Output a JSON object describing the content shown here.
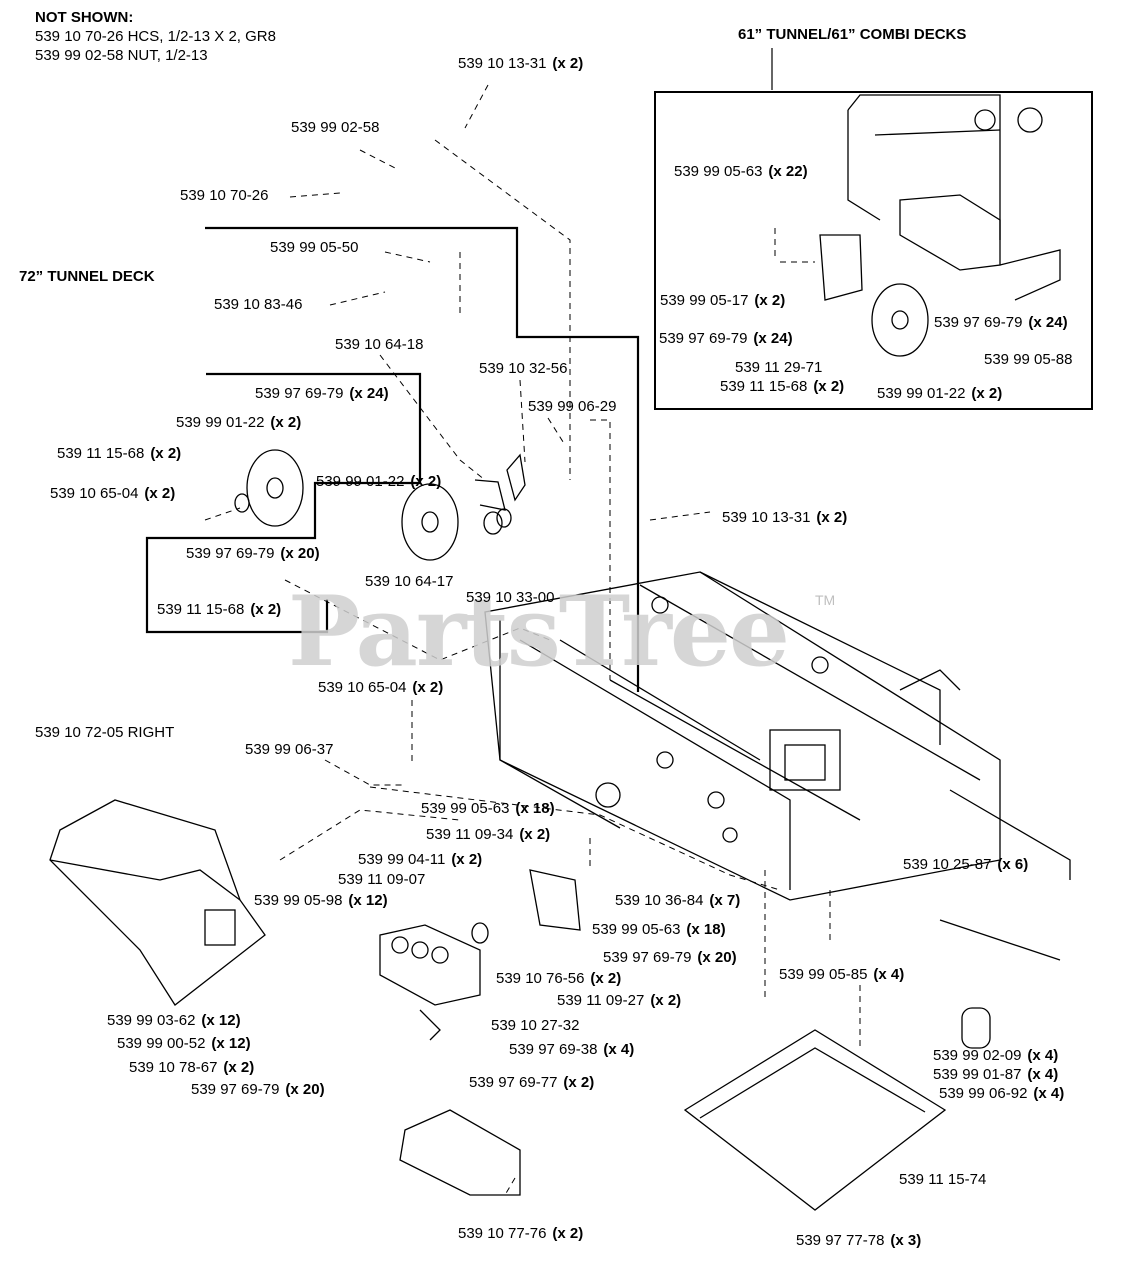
{
  "not_shown": {
    "heading": "NOT SHOWN:",
    "lines": [
      "539 10 70-26  HCS, 1/2-13 X 2, GR8",
      "539 99 02-58  NUT, 1/2-13"
    ]
  },
  "titles": {
    "combi": "61” TUNNEL/61” COMBI DECKS",
    "tunnel72": "72” TUNNEL DECK"
  },
  "watermark": {
    "text": "PartsTree",
    "tm": "TM"
  },
  "labels": [
    {
      "part": "539 10 13-31",
      "qty": "(x 2)"
    },
    {
      "part": "539 99 02-58",
      "qty": ""
    },
    {
      "part": "539 10 70-26",
      "qty": ""
    },
    {
      "part": "539 99 05-50",
      "qty": ""
    },
    {
      "part": "539 10 83-46",
      "qty": ""
    },
    {
      "part": "539 10 64-18",
      "qty": ""
    },
    {
      "part": "539 10 32-56",
      "qty": ""
    },
    {
      "part": "539 99 06-29",
      "qty": ""
    },
    {
      "part": "539 97 69-79",
      "qty": "(x 24)"
    },
    {
      "part": "539 99 01-22",
      "qty": "(x 2)"
    },
    {
      "part": "539 11 15-68",
      "qty": "(x 2)"
    },
    {
      "part": "539 99 01-22",
      "qty": "(x 2)"
    },
    {
      "part": "539 10 65-04",
      "qty": "(x 2)"
    },
    {
      "part": "539 10 13-31",
      "qty": "(x 2)"
    },
    {
      "part": "539 97 69-79",
      "qty": "(x 20)"
    },
    {
      "part": "539 10 64-17",
      "qty": ""
    },
    {
      "part": "539 10 33-00",
      "qty": ""
    },
    {
      "part": "539 11 15-68",
      "qty": "(x 2)"
    },
    {
      "part": "539 10 65-04",
      "qty": "(x 2)"
    },
    {
      "part": "539 10 72-05 RIGHT",
      "qty": ""
    },
    {
      "part": "539 99 06-37",
      "qty": ""
    },
    {
      "part": "539 99 05-63",
      "qty": "(x 18)"
    },
    {
      "part": "539 11 09-34",
      "qty": "(x 2)"
    },
    {
      "part": "539 99 04-11",
      "qty": "(x 2)"
    },
    {
      "part": "539 11 09-07",
      "qty": ""
    },
    {
      "part": "539 99 05-98",
      "qty": "(x 12)"
    },
    {
      "part": "539 10 36-84",
      "qty": "(x 7)"
    },
    {
      "part": "539 99 05-63",
      "qty": "(x 18)"
    },
    {
      "part": "539 10 25-87",
      "qty": "(x 6)"
    },
    {
      "part": "539 97 69-79",
      "qty": "(x 20)"
    },
    {
      "part": "539 10 76-56",
      "qty": "(x 2)"
    },
    {
      "part": "539 99 05-85",
      "qty": "(x 4)"
    },
    {
      "part": "539 11 09-27",
      "qty": "(x 2)"
    },
    {
      "part": "539 99 03-62",
      "qty": "(x 12)"
    },
    {
      "part": "539 10 27-32",
      "qty": ""
    },
    {
      "part": "539 99 00-52",
      "qty": "(x 12)"
    },
    {
      "part": "539 97 69-38",
      "qty": "(x 4)"
    },
    {
      "part": "539 10 78-67",
      "qty": "(x 2)"
    },
    {
      "part": "539 99 02-09",
      "qty": "(x 4)"
    },
    {
      "part": "539 99 01-87",
      "qty": "(x 4)"
    },
    {
      "part": "539 97 69-79",
      "qty": "(x 20)"
    },
    {
      "part": "539 97 69-77",
      "qty": "(x 2)"
    },
    {
      "part": "539 99 06-92",
      "qty": "(x 4)"
    },
    {
      "part": "539 11 15-74",
      "qty": ""
    },
    {
      "part": "539 10 77-76",
      "qty": "(x 2)"
    },
    {
      "part": "539 97 77-78",
      "qty": "(x 3)"
    },
    {
      "part": "539 99 05-63",
      "qty": "(x 22)"
    },
    {
      "part": "539 99 05-17",
      "qty": "(x 2)"
    },
    {
      "part": "539 97 69-79",
      "qty": "(x 24)"
    },
    {
      "part": "539 97 69-79",
      "qty": "(x 24)"
    },
    {
      "part": "539 11 29-71",
      "qty": ""
    },
    {
      "part": "539 99 05-88",
      "qty": ""
    },
    {
      "part": "539 11 15-68",
      "qty": "(x 2)"
    },
    {
      "part": "539 99 01-22",
      "qty": "(x 2)"
    }
  ]
}
